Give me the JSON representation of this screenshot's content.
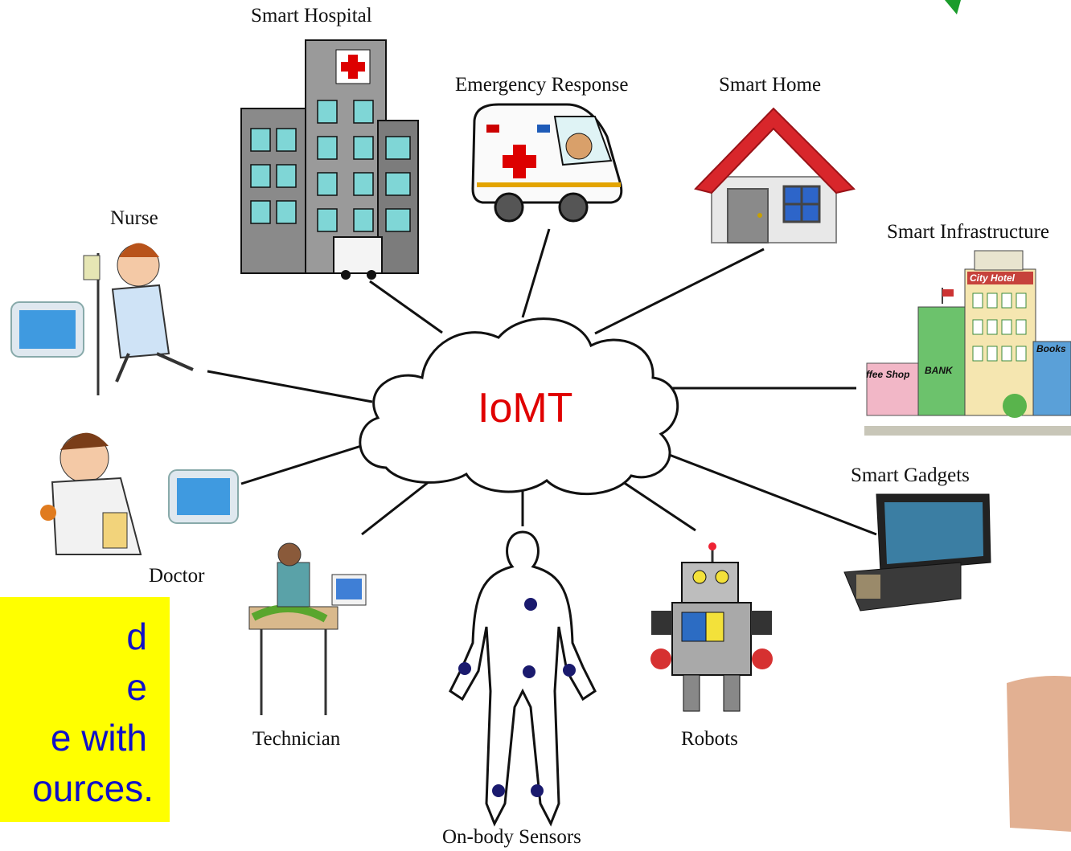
{
  "hub": {
    "label": "IoMT",
    "color": "#e00000"
  },
  "nodes": {
    "smart_hospital": "Smart Hospital",
    "emergency_response": "Emergency Response",
    "smart_home": "Smart Home",
    "smart_infrastructure": "Smart Infrastructure",
    "nurse": "Nurse",
    "doctor": "Doctor",
    "smart_gadgets": "Smart Gadgets",
    "technician": "Technician",
    "robots": "Robots",
    "on_body_sensors": "On-body Sensors"
  },
  "building_signs": {
    "hotel": "City  Hotel",
    "bank": "BANK",
    "books": "Books",
    "coffee": "ffee Shop"
  },
  "side_text": {
    "lines": [
      "d",
      "e",
      "e with",
      "ources."
    ],
    "background": "#ffff00",
    "color": "#1010c8"
  }
}
